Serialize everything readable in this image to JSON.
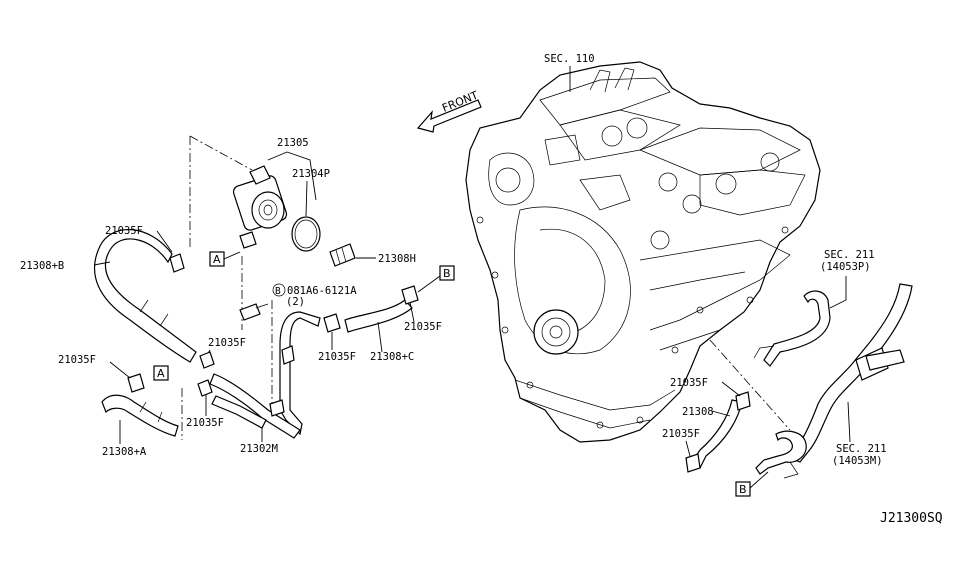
{
  "labels": {
    "sec110": "SEC. 110",
    "front": "FRONT",
    "p21305": "21305",
    "p21304p": "21304P",
    "p21308h": "21308H",
    "p21035f_a": "21035F",
    "p21308b": "21308+B",
    "bolt": "081A6-6121A",
    "bolt_qty": "(2)",
    "p21035f_b": "21035F",
    "p21035f_c": "21035F",
    "p21308c": "21308+C",
    "p21035f_d": "21035F",
    "p21035f_e": "21035F",
    "p21035f_f": "21035F",
    "p21308a": "21308+A",
    "p21302m": "21302M",
    "sec211_top": "SEC. 211",
    "sec211_top_sub": "(14053P)",
    "p21035f_g": "21035F",
    "p21308": "21308",
    "p21035f_h": "21035F",
    "sec211_bot": "SEC. 211",
    "sec211_bot_sub": "(14053M)",
    "diagram_code": "J21300SQ"
  },
  "markers": {
    "a1": "A",
    "a2": "A",
    "b1": "B",
    "b2": "B",
    "bolt_symbol": "B"
  }
}
